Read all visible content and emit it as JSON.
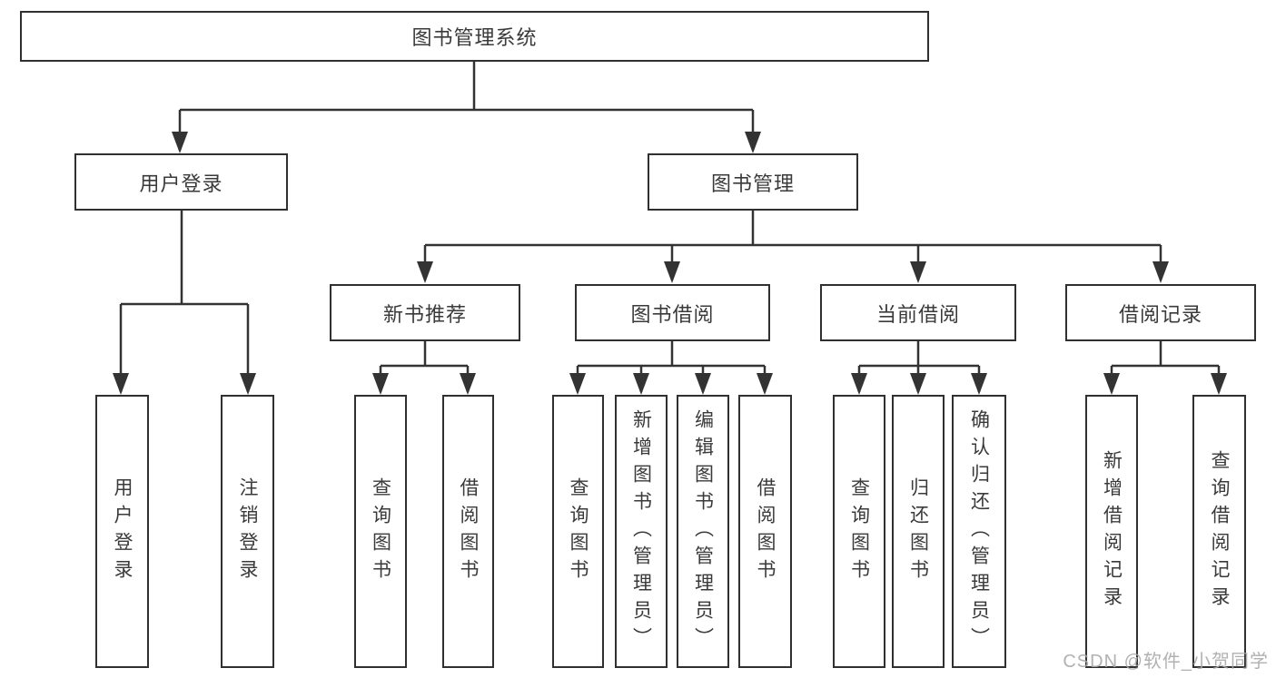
{
  "diagram": {
    "root": {
      "label": "图书管理系统"
    },
    "level2": [
      {
        "label": "用户登录"
      },
      {
        "label": "图书管理"
      }
    ],
    "level3": [
      {
        "label": "新书推荐"
      },
      {
        "label": "图书借阅"
      },
      {
        "label": "当前借阅"
      },
      {
        "label": "借阅记录"
      }
    ],
    "leaves": [
      {
        "label": "用户登录"
      },
      {
        "label": "注销登录"
      },
      {
        "label": "查询图书"
      },
      {
        "label": "借阅图书"
      },
      {
        "label": "查询图书"
      },
      {
        "label": "新增图书（管理员）"
      },
      {
        "label": "编辑图书（管理员）"
      },
      {
        "label": "借阅图书"
      },
      {
        "label": "查询图书"
      },
      {
        "label": "归还图书"
      },
      {
        "label": "确认归还（管理员）"
      },
      {
        "label": "新增借阅记录"
      },
      {
        "label": "查询借阅记录"
      }
    ],
    "colors": {
      "line": "#333333",
      "text": "#3a3a3a",
      "background": "#ffffff",
      "watermark": "#a8a8a8"
    },
    "watermark": "CSDN @软件_小贺同学"
  }
}
